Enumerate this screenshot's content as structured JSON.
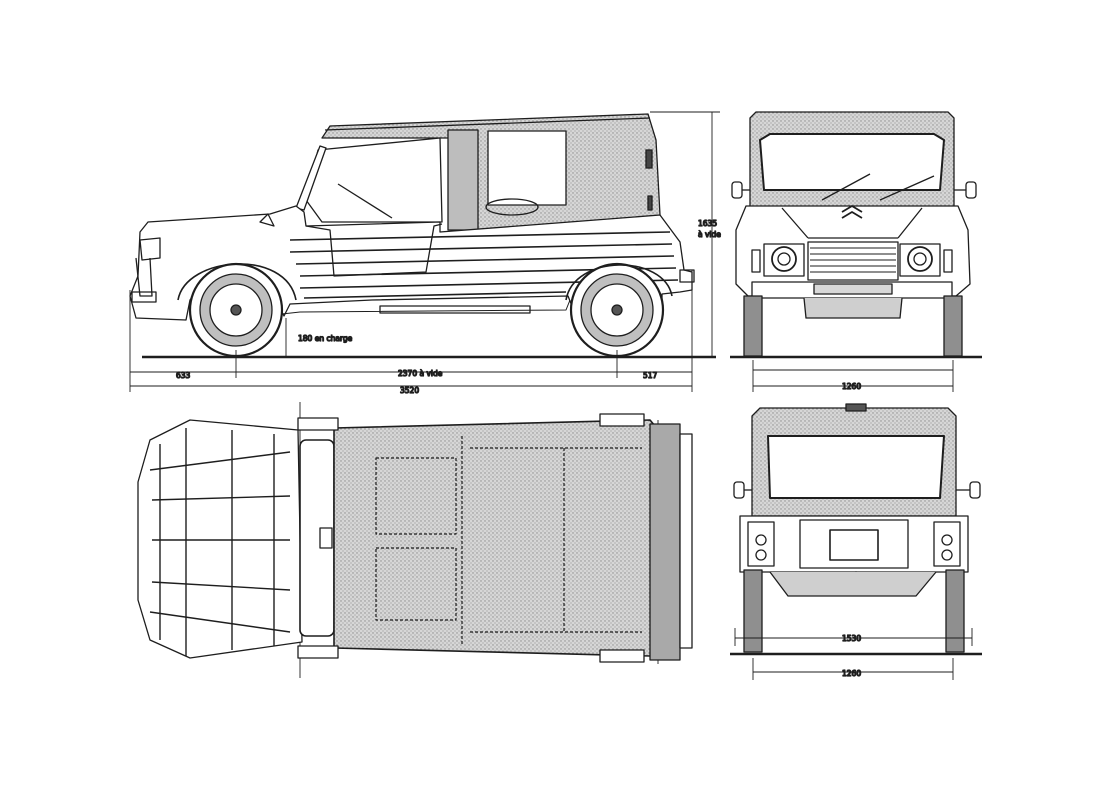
{
  "dimensions": {
    "height": "1635",
    "height_note": "à vide",
    "ground_clearance": "180 en charge",
    "front_overhang": "633",
    "wheelbase": "2370 à vide",
    "rear_overhang": "517",
    "overall_length": "3520",
    "front_track": "1260",
    "rear_track": "1260",
    "rear_width": "1530"
  },
  "colors": {
    "line": "#1e1e1e",
    "fill": "#cfcfcf",
    "fill_dark": "#a9a9a9",
    "background": "#ffffff"
  }
}
